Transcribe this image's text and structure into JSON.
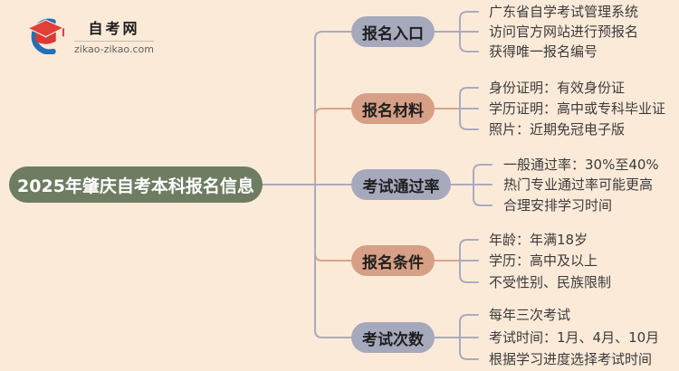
{
  "logo": {
    "site_name": "自考网",
    "domain": "zikao-zikao.com",
    "icon": "graduation-cap-icon"
  },
  "root": {
    "label": "2025年肇庆自考本科报名信息"
  },
  "branches": [
    {
      "label": "报名入口",
      "color_key": "grey",
      "items": [
        "广东省自学考试管理系统",
        "访问官方网站进行预报名",
        "获得唯一报名编号"
      ]
    },
    {
      "label": "报名材料",
      "color_key": "salmon",
      "items": [
        "身份证明：有效身份证",
        "学历证明：高中或专科毕业证",
        "照片：近期免冠电子版"
      ]
    },
    {
      "label": "考试通过率",
      "color_key": "grey",
      "items": [
        "一般通过率：30%至40%",
        "热门专业通过率可能更高",
        "合理安排学习时间"
      ]
    },
    {
      "label": "报名条件",
      "color_key": "salmon",
      "items": [
        "年龄：年满18岁",
        "学历：高中及以上",
        "不受性别、民族限制"
      ]
    },
    {
      "label": "考试次数",
      "color_key": "grey",
      "items": [
        "每年三次考试",
        "考试时间：1月、4月、10月",
        "根据学习进度选择考试时间"
      ]
    }
  ],
  "colors": {
    "background": "#fcead9",
    "root_node": "#6e7c61",
    "grey_node": "#a6a8bc",
    "salmon_node": "#d79f85",
    "grey_line": "#a9abbf",
    "salmon_line": "#d8a58c",
    "leaf_text": "#3b3b3b",
    "logo_blue": "#2470b3",
    "logo_red": "#e04038"
  }
}
